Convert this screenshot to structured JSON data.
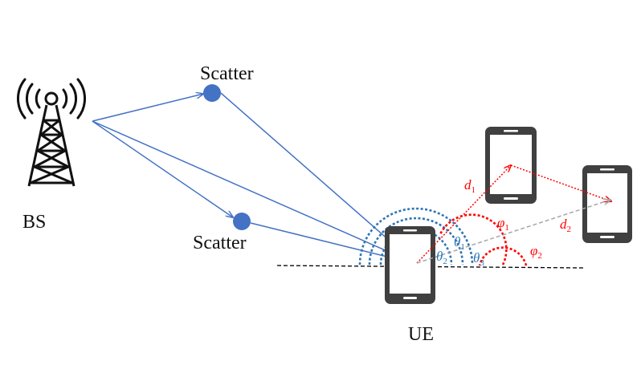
{
  "labels": {
    "bs": "BS",
    "scatter_top": "Scatter",
    "scatter_bottom": "Scatter",
    "ue": "UE"
  },
  "angles": {
    "theta1": {
      "sym": "θ",
      "sub": "1"
    },
    "theta2": {
      "sym": "θ",
      "sub": "2"
    },
    "theta3": {
      "sym": "θ",
      "sub": "3"
    },
    "phi1": {
      "sym": "φ",
      "sub": "1"
    },
    "phi2": {
      "sym": "φ",
      "sub": "2"
    }
  },
  "distances": {
    "d1": {
      "sym": "d",
      "sub": "1"
    },
    "d2": {
      "sym": "d",
      "sub": "2"
    }
  },
  "colors": {
    "path_blue": "#4472c4",
    "scatter_fill": "#4472c4",
    "arc_blue": "#2e75b6",
    "angle_blue": "#2e75b6",
    "red": "#ff0000",
    "gray": "#a6a6a6",
    "phone": "#404040",
    "baseline": "#000000"
  }
}
